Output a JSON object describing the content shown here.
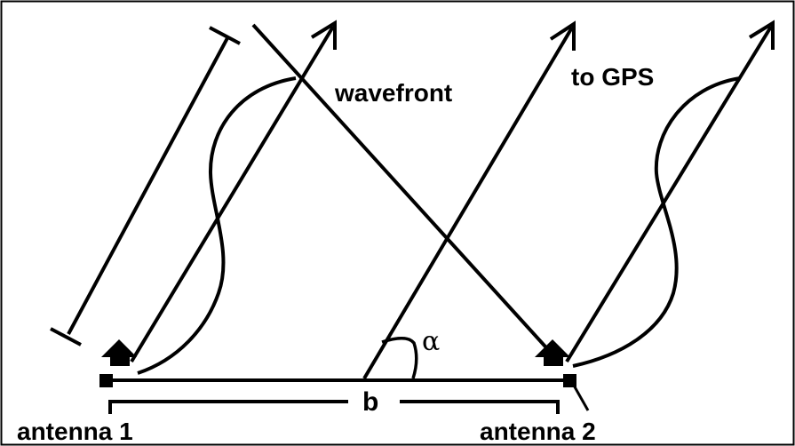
{
  "labels": {
    "wavefront": "wavefront",
    "to_gps": "to GPS",
    "alpha": "α",
    "baseline": "b",
    "antenna_1": "antenna 1",
    "antenna_2": "antenna 2"
  },
  "colors": {
    "ink": "#000000",
    "background": "#ffffff"
  }
}
